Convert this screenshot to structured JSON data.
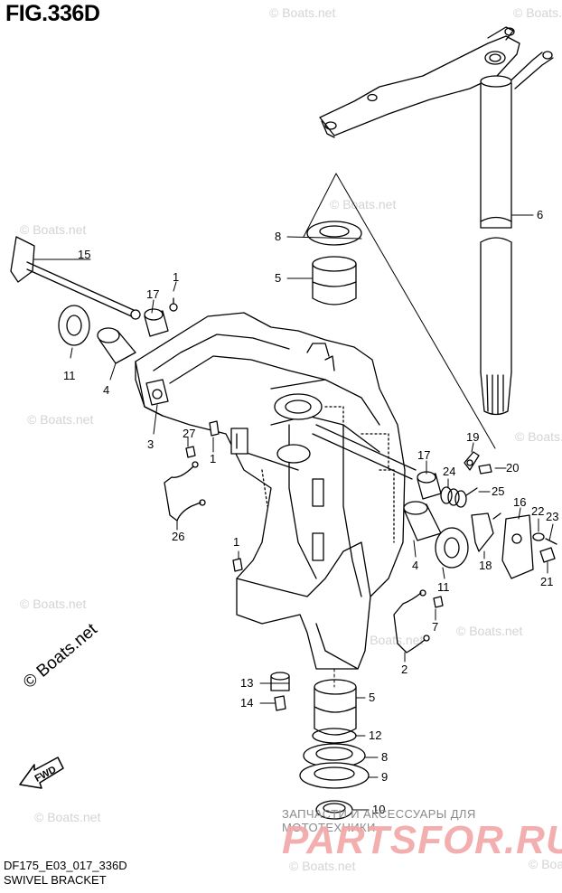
{
  "figure": {
    "title": "FIG.336D",
    "code": "DF175_E03_017_336D",
    "name": "SWIVEL BRACKET",
    "direction_arrow": "FWD"
  },
  "watermarks": {
    "site": "© Boats.net",
    "shop_tagline": "ЗАПЧАСТИ И АКСЕССУАРЫ ДЛЯ МОТОТЕХНИКИ",
    "shop_logo": "PARTSFOR.RU"
  },
  "callouts": [
    "1",
    "1",
    "1",
    "2",
    "3",
    "4",
    "4",
    "5",
    "5",
    "6",
    "7",
    "8",
    "8",
    "9",
    "10",
    "11",
    "11",
    "12",
    "13",
    "14",
    "15",
    "16",
    "17",
    "17",
    "18",
    "19",
    "20",
    "21",
    "22",
    "23",
    "24",
    "25",
    "26",
    "27"
  ]
}
